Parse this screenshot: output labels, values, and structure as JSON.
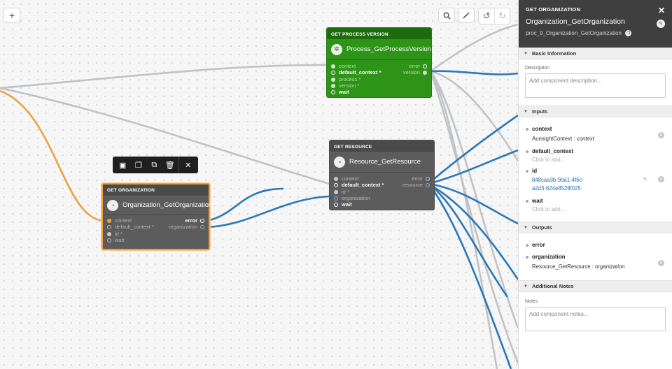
{
  "toolbar": {
    "add_label": "+",
    "search_icon": "search-icon",
    "magic_icon": "magic-wand-icon",
    "undo_icon": "undo-icon",
    "redo_icon": "redo-icon"
  },
  "nodes": {
    "process_version": {
      "type": "GET PROCESS VERSION",
      "title": "Process_GetProcessVersion",
      "inputs": [
        "context",
        "default_context *",
        "process *",
        "version *",
        "wait"
      ],
      "outputs": [
        "error",
        "version"
      ]
    },
    "resource": {
      "type": "GET RESOURCE",
      "title": "Resource_GetResource",
      "inputs": [
        "context",
        "default_context *",
        "id *",
        "organization",
        "wait"
      ],
      "outputs": [
        "error",
        "resource"
      ]
    },
    "organization": {
      "type": "GET ORGANIZATION",
      "title": "Organization_GetOrganization",
      "inputs": [
        "context",
        "default_context *",
        "id *",
        "wait"
      ],
      "outputs": [
        "error",
        "organization"
      ]
    }
  },
  "panel": {
    "type": "GET ORGANIZATION",
    "title": "Organization_GetOrganization",
    "subtitle": "proc_9_Organization_GetOrganization",
    "sections": {
      "basic": "Basic Information",
      "inputs": "Inputs",
      "outputs": "Outputs",
      "notes": "Additional Notes"
    },
    "description_label": "Description",
    "description_placeholder": "Add component description...",
    "inputs": {
      "context_name": "context",
      "context_value": "AunsightContext : ",
      "context_value_em": "context",
      "default_context_name": "default_context",
      "default_context_placeholder": "Click to add...",
      "id_name": "id",
      "id_value_1": "848caa3b-9da1-4f6c-",
      "id_value_2": "a2d3-624e8528f025",
      "wait_name": "wait",
      "wait_placeholder": "Click to add..."
    },
    "outputs": {
      "error_name": "error",
      "organization_name": "organization",
      "organization_value": "Resource_GetResource : ",
      "organization_value_em": "organization"
    },
    "notes_label": "Notes",
    "notes_placeholder": "Add component notes..."
  },
  "colors": {
    "accent_green": "#2e9418",
    "selection_orange": "#f0a040",
    "wire_blue": "#2a78b8",
    "wire_grey": "#bfc3c6"
  }
}
